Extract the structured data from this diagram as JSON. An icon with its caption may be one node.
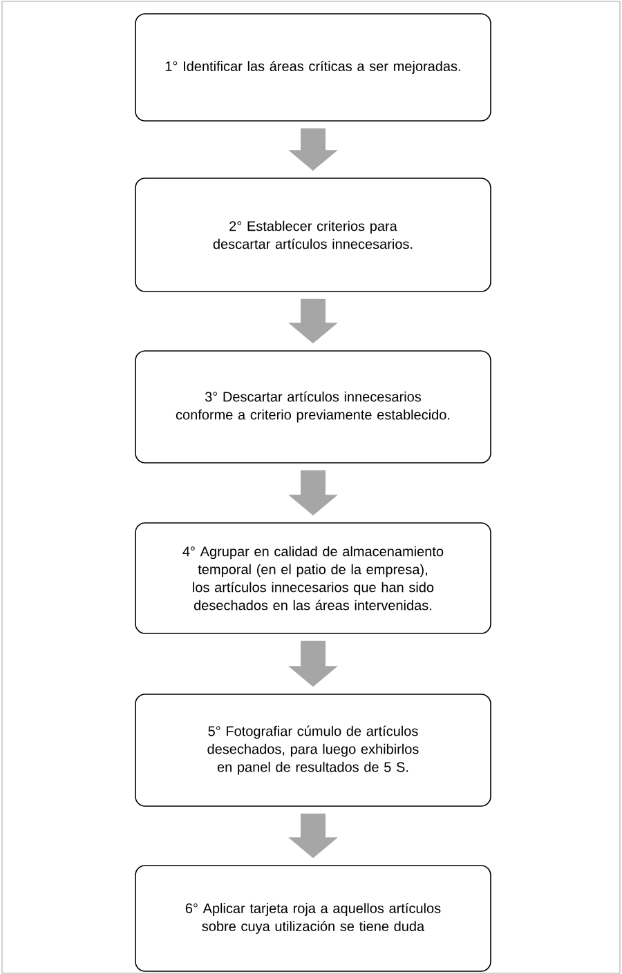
{
  "diagram": {
    "nodes": [
      {
        "text": [
          "1° Identificar las áreas críticas a ser mejoradas."
        ]
      },
      {
        "text": [
          "2° Establecer criterios para descartar artículos innecesarios."
        ]
      },
      {
        "text": [
          "3° Descartar artículos innecesarios conforme a criterio previamente establecido."
        ]
      },
      {
        "text": [
          "4° Agrupar en calidad de almacenamiento temporal (en el patio de la empresa), los artículos innecesarios que han sido desechados en las áreas intervenidas."
        ]
      },
      {
        "text": [
          "5° Fotografiar cúmulo de artículos desechados, para luego exhibirlos en panel de resultados de 5 S."
        ]
      },
      {
        "text": [
          "6° Aplicar tarjeta roja a aquellos artículos sobre cuya utilización se tiene  duda"
        ]
      }
    ],
    "edges": [
      {
        "from": 0,
        "to": 1,
        "arrow": "to"
      },
      {
        "from": 1,
        "to": 2,
        "arrow": "to"
      },
      {
        "from": 2,
        "to": 3,
        "arrow": "to"
      },
      {
        "from": 3,
        "to": 4,
        "arrow": "to"
      },
      {
        "from": 4,
        "to": 5,
        "arrow": "to"
      }
    ]
  }
}
